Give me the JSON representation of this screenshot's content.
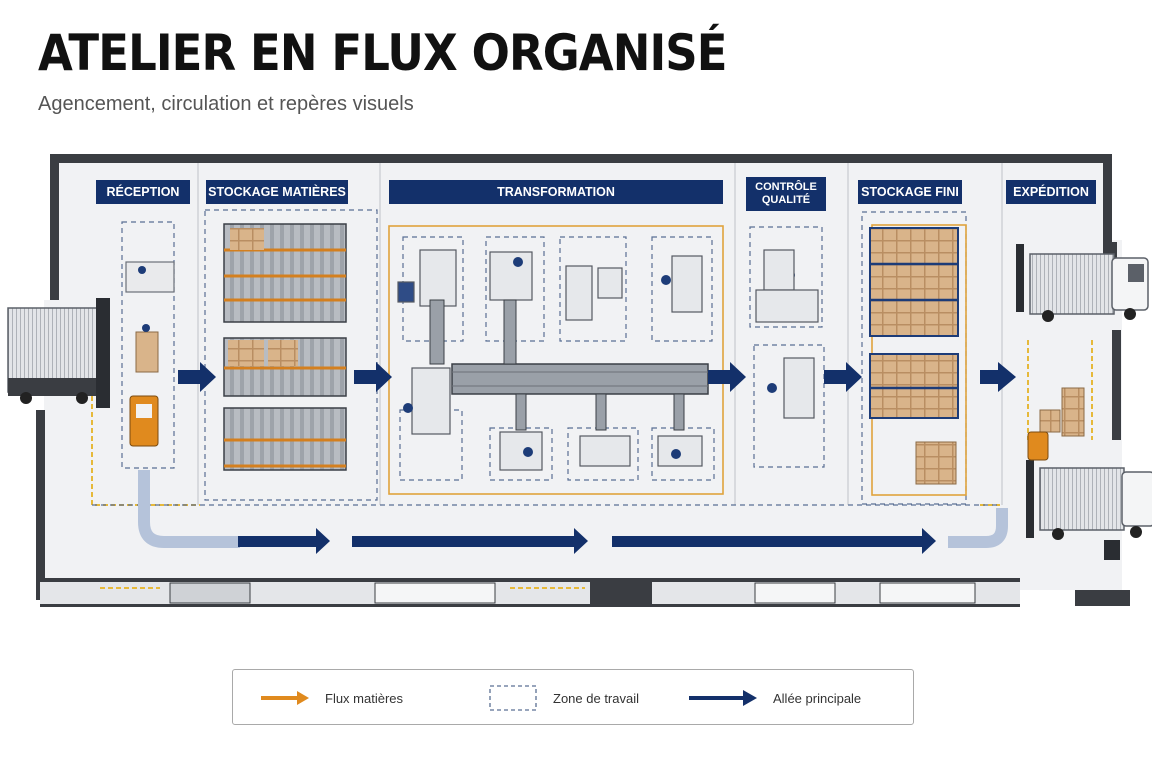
{
  "header": {
    "title": "ATELIER EN FLUX ORGANISÉ",
    "subtitle": "Agencement, circulation et repères visuels"
  },
  "zones": [
    {
      "id": "reception",
      "label": "RÉCEPTION"
    },
    {
      "id": "stockage-matieres",
      "label": "STOCKAGE MATIÈRES"
    },
    {
      "id": "transformation",
      "label": "TRANSFORMATION"
    },
    {
      "id": "controle-qualite",
      "label": "CONTRÔLE\nQUALITÉ"
    },
    {
      "id": "stockage-fini",
      "label": "STOCKAGE FINI"
    },
    {
      "id": "expedition",
      "label": "EXPÉDITION"
    }
  ],
  "legend": {
    "flux": "Flux matières",
    "zone": "Zone de travail",
    "allee": "Allée principale"
  },
  "colors": {
    "navy": "#13306a",
    "orange": "#e08a1e",
    "floor": "#f1f2f4",
    "wall": "#3a3d42",
    "dashed": "#5a6f93"
  }
}
